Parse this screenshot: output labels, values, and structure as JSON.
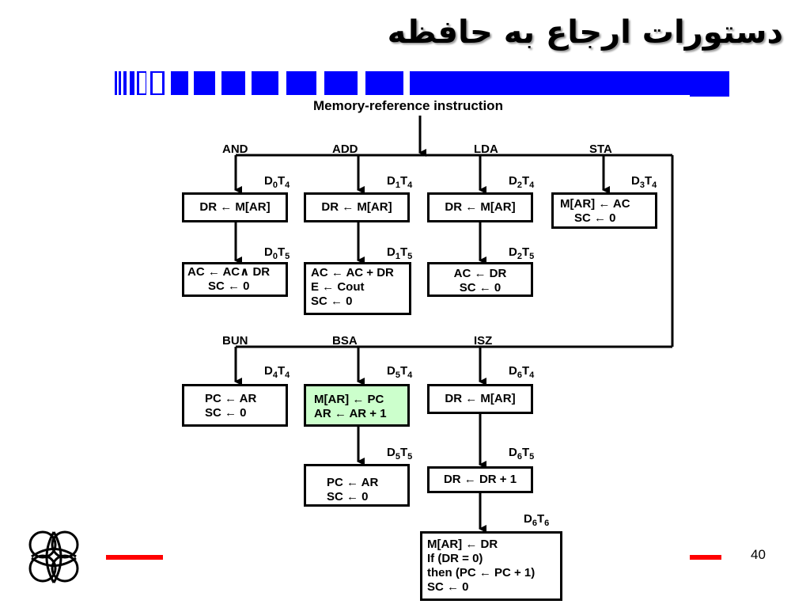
{
  "slide": {
    "title": "دستورات ارجاع به حافظه",
    "page_number": "40"
  },
  "diagram": {
    "header": "Memory-reference instruction",
    "branches_top": [
      "AND",
      "ADD",
      "LDA",
      "STA"
    ],
    "branches_bottom": [
      "BUN",
      "BSA",
      "ISZ"
    ],
    "boxes": [
      {
        "id": "and-t4",
        "cond": {
          "d": "0",
          "t": "4"
        },
        "lines": [
          "DR ← M[AR]"
        ]
      },
      {
        "id": "and-t5",
        "cond": {
          "d": "0",
          "t": "5"
        },
        "lines": [
          "AC ← AC∧ DR",
          "SC ← 0"
        ]
      },
      {
        "id": "add-t4",
        "cond": {
          "d": "1",
          "t": "4"
        },
        "lines": [
          "DR ← M[AR]"
        ]
      },
      {
        "id": "add-t5",
        "cond": {
          "d": "1",
          "t": "5"
        },
        "lines": [
          "AC ← AC + DR",
          "E ← Cout",
          "SC ← 0"
        ]
      },
      {
        "id": "lda-t4",
        "cond": {
          "d": "2",
          "t": "4"
        },
        "lines": [
          "DR ← M[AR]"
        ]
      },
      {
        "id": "lda-t5",
        "cond": {
          "d": "2",
          "t": "5"
        },
        "lines": [
          "AC ← DR",
          "SC ← 0"
        ]
      },
      {
        "id": "sta-t4",
        "cond": {
          "d": "3",
          "t": "4"
        },
        "lines": [
          "M[AR] ← AC",
          "SC ← 0"
        ]
      },
      {
        "id": "bun-t4",
        "cond": {
          "d": "4",
          "t": "4"
        },
        "lines": [
          "PC ← AR",
          "SC ← 0"
        ]
      },
      {
        "id": "bsa-t4",
        "cond": {
          "d": "5",
          "t": "4"
        },
        "lines": [
          "M[AR] ← PC",
          "AR ← AR + 1"
        ]
      },
      {
        "id": "bsa-t5",
        "cond": {
          "d": "5",
          "t": "5"
        },
        "lines": [
          "PC ← AR",
          "SC ← 0"
        ]
      },
      {
        "id": "isz-t4",
        "cond": {
          "d": "6",
          "t": "4"
        },
        "lines": [
          "DR ← M[AR]"
        ]
      },
      {
        "id": "isz-t5",
        "cond": {
          "d": "6",
          "t": "5"
        },
        "lines": [
          "DR ← DR + 1"
        ]
      },
      {
        "id": "isz-t6",
        "cond": {
          "d": "6",
          "t": "6"
        },
        "lines": [
          "M[AR] ← DR",
          "If (DR = 0)",
          "then (PC ← PC + 1)",
          "SC ← 0"
        ]
      }
    ]
  },
  "colors": {
    "accent_blue": "#0000ff",
    "highlight_green": "#ccffcc",
    "red_bar": "#ff0000"
  }
}
